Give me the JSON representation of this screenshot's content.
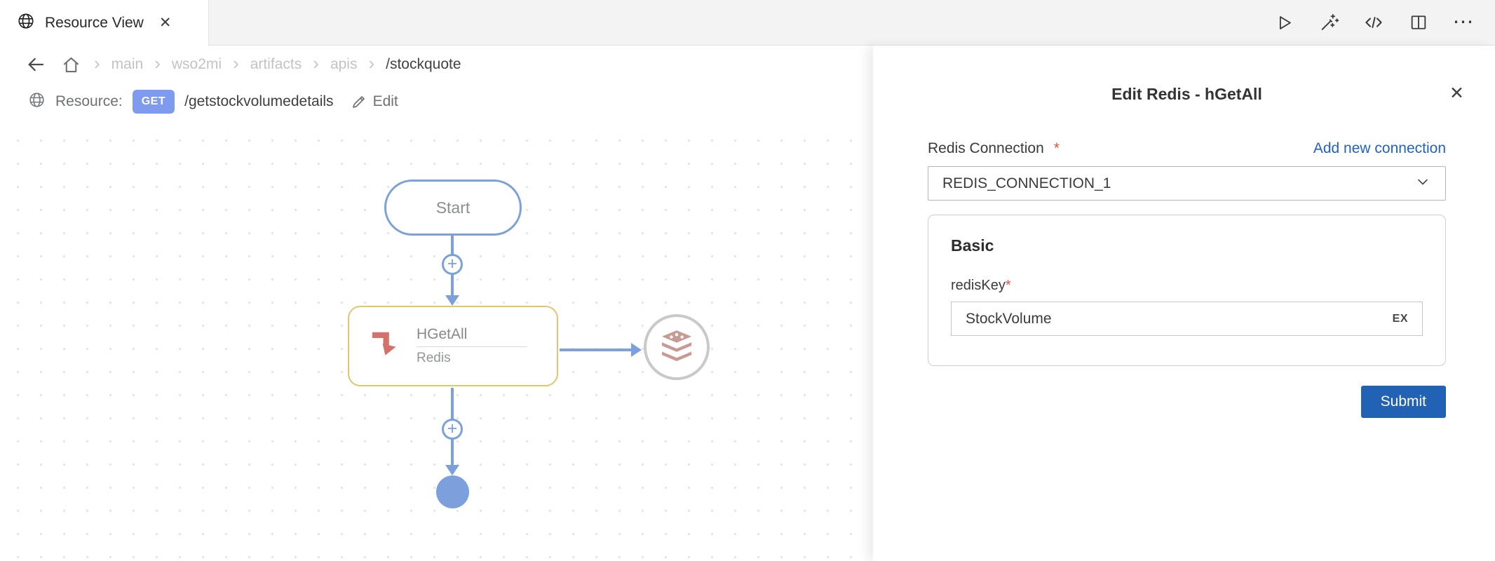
{
  "colors": {
    "accent_blue": "#7ca0dc",
    "method_badge_blue": "#7e9bf0",
    "node_border_gold": "#e2c66d",
    "node_icon_red": "#d4716b",
    "redis_logo_muted": "#c79a93",
    "link_blue": "#2160c9",
    "submit_blue": "#2262b5",
    "required_red": "#e5533f"
  },
  "tab": {
    "title": "Resource View",
    "close_glyph": "✕"
  },
  "toolbar": {
    "ellipsis_glyph": "⋯"
  },
  "breadcrumb": {
    "items": [
      "main",
      "wso2mi",
      "artifacts",
      "apis"
    ],
    "current": "/stockquote",
    "separator": "›"
  },
  "resource": {
    "label": "Resource:",
    "method": "GET",
    "path": "/getstockvolumedetails",
    "edit_label": "Edit"
  },
  "diagram": {
    "start_label": "Start",
    "plus_glyph": "+",
    "node": {
      "title": "HGetAll",
      "subtitle": "Redis"
    }
  },
  "panel": {
    "title": "Edit Redis - hGetAll",
    "close_glyph": "✕",
    "connection_label": "Redis Connection",
    "required_mark": "*",
    "add_link": "Add new connection",
    "connection_value": "REDIS_CONNECTION_1",
    "section_title": "Basic",
    "field_label": "redisKey",
    "field_value": "StockVolume",
    "field_badge": "EX",
    "submit_label": "Submit"
  }
}
